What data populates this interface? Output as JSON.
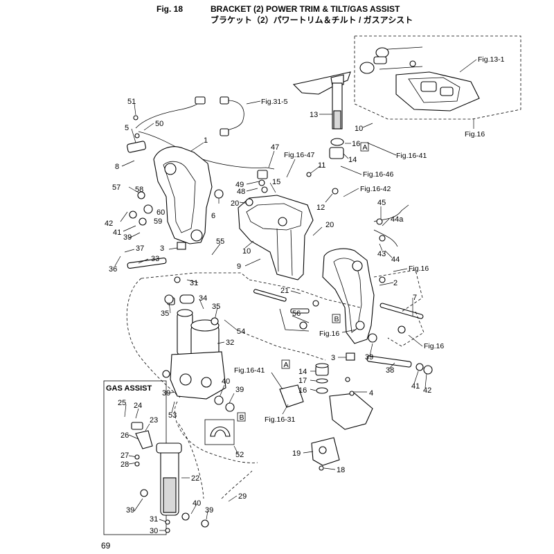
{
  "header": {
    "fig_label": "Fig. 18",
    "title_en": "BRACKET (2) POWER TRIM & TILT/GAS ASSIST",
    "title_jp": "ブラケット（2）パワートリム＆チルト / ガスアシスト"
  },
  "page_number": "69",
  "gas_assist_label": "GAS ASSIST",
  "fig_refs": {
    "f13_1": "Fig.13-1",
    "f16_top": "Fig.16",
    "f31_5": "Fig.31-5",
    "f16_41_top": "Fig.16-41",
    "f16_47": "Fig.16-47",
    "f16_46": "Fig.16-46",
    "f16_42": "Fig.16-42",
    "f16_right": "Fig.16",
    "f16_mid": "Fig.16",
    "f16_lower_right": "Fig.16",
    "f16_41_bottom": "Fig.16-41",
    "f16_31": "Fig.16-31"
  },
  "boxed_refs": {
    "a_top": "A",
    "b_mid": "B",
    "a_bottom": "A",
    "b_bottom": "B"
  },
  "callouts": {
    "c51": "51",
    "c50": "50",
    "c5": "5",
    "c1": "1",
    "c8": "8",
    "c47": "47",
    "c13": "13",
    "c10a": "10",
    "c16a": "16",
    "c14a": "14",
    "c11": "11",
    "c49": "49",
    "c48": "48",
    "c15": "15",
    "c57": "57",
    "c58": "58",
    "c60": "60",
    "c6": "6",
    "c20a": "20",
    "c12": "12",
    "c45": "45",
    "c44a": "44a",
    "c42a": "42",
    "c41a": "41",
    "c39a": "39",
    "c59": "59",
    "c20b": "20",
    "c55": "55",
    "c3a": "3",
    "c37": "37",
    "c10b": "10",
    "c36": "36",
    "c33": "33",
    "c9": "9",
    "c43": "43",
    "c44": "44",
    "c2": "2",
    "c31a": "31",
    "c21": "21",
    "c7": "7",
    "c34": "34",
    "c35a": "35",
    "c35b": "35",
    "c56": "56",
    "c54": "54",
    "c32": "32",
    "c3b": "3",
    "c39b": "39",
    "c38": "38",
    "c14b": "14",
    "c17": "17",
    "c16b": "16",
    "c4": "4",
    "c41b": "41",
    "c42b": "42",
    "c39c": "39",
    "c40a": "40",
    "c39d": "39",
    "c53": "53",
    "c25": "25",
    "c24": "24",
    "c23": "23",
    "c26": "26",
    "c19": "19",
    "c27": "27",
    "c28": "28",
    "c18": "18",
    "c52": "52",
    "c22": "22",
    "c29": "29",
    "c39e": "39",
    "c40b": "40",
    "c39f": "39",
    "c31b": "31",
    "c30": "30"
  }
}
